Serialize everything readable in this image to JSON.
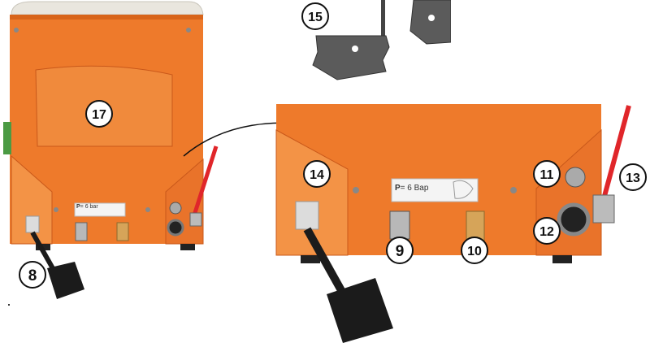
{
  "callouts": [
    {
      "id": "c8",
      "label": "8"
    },
    {
      "id": "c9",
      "label": "9"
    },
    {
      "id": "c10",
      "label": "10"
    },
    {
      "id": "c11",
      "label": "11"
    },
    {
      "id": "c12",
      "label": "12"
    },
    {
      "id": "c13",
      "label": "13"
    },
    {
      "id": "c14",
      "label": "14"
    },
    {
      "id": "c15",
      "label": "15"
    },
    {
      "id": "c17",
      "label": "17"
    }
  ],
  "plates": {
    "small": {
      "pressure": "P",
      "value": "= 6 bar"
    },
    "large": {
      "pressure": "P",
      "value": "= 6 Bap"
    }
  },
  "colors": {
    "housing": "#ee7a2b",
    "housing_dark": "#d8641a",
    "lid": "#e9e6de",
    "handle": "#e0262a",
    "plug": "#1b1b1b"
  }
}
